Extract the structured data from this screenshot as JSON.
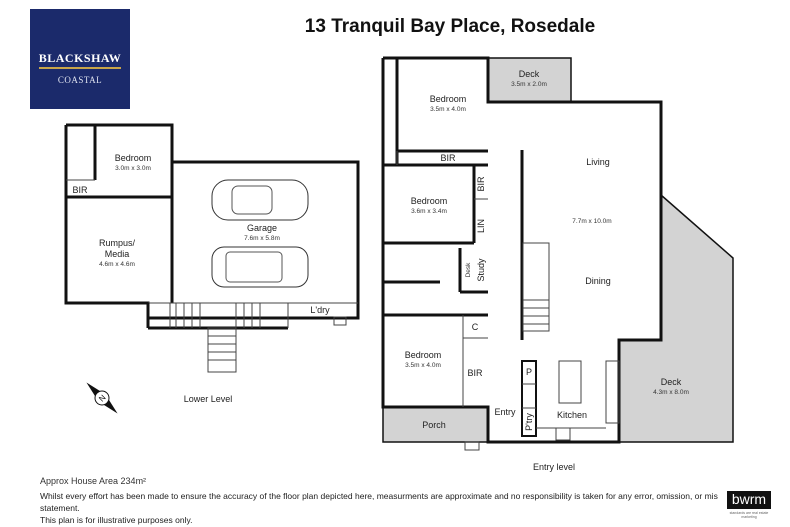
{
  "logo": {
    "brand": "BLACKSHAW",
    "sub": "COASTAL",
    "color": "#1b2a6b"
  },
  "title": "13 Tranquil Bay Place, Rosedale",
  "lower_level": {
    "label": "Lower Level",
    "rooms": {
      "bedroom": {
        "name": "Bedroom",
        "dims": "3.0m x 3.0m"
      },
      "bir": "BIR",
      "rumpus": {
        "name1": "Rumpus/",
        "name2": "Media",
        "dims": "4.6m x 4.6m"
      },
      "garage": {
        "name": "Garage",
        "dims": "7.6m x 5.8m"
      },
      "laundry": "L'dry"
    }
  },
  "entry_level": {
    "label": "Entry level",
    "rooms": {
      "bedroom1": {
        "name": "Bedroom",
        "dims": "3.5m x 4.0m"
      },
      "deck_top": {
        "name": "Deck",
        "dims": "3.5m x 2.0m"
      },
      "bir1": "BIR",
      "bedroom2": {
        "name": "Bedroom",
        "dims": "3.6m x 3.4m"
      },
      "bir2": "BIR",
      "lin": "LIN",
      "desk": "Desk",
      "study": "Study",
      "living": {
        "name": "Living",
        "dims": "7.7m x 10.0m"
      },
      "dining": "Dining",
      "c": "C",
      "bedroom3": {
        "name": "Bedroom",
        "dims": "3.5m x 4.0m"
      },
      "bir3": "BIR",
      "p": "P",
      "pantry": "P'try",
      "kitchen": "Kitchen",
      "entry": "Entry",
      "porch": "Porch",
      "deck_right": {
        "name": "Deck",
        "dims": "4.3m x 8.0m"
      }
    }
  },
  "footer": {
    "area": "Approx House Area 234m²",
    "disclaimer1": "Whilst every effort has been made to ensure the accuracy of the floor plan depicted here, measurments are approximate and no responsibility is taken for any error, omission, or mis statement.",
    "disclaimer2": "This plan is for illustrative purposes only.",
    "agency_logo": "bwrm",
    "agency_tagline": "standards are real estate marketing"
  },
  "icons": {
    "compass": "north-arrow-icon"
  }
}
